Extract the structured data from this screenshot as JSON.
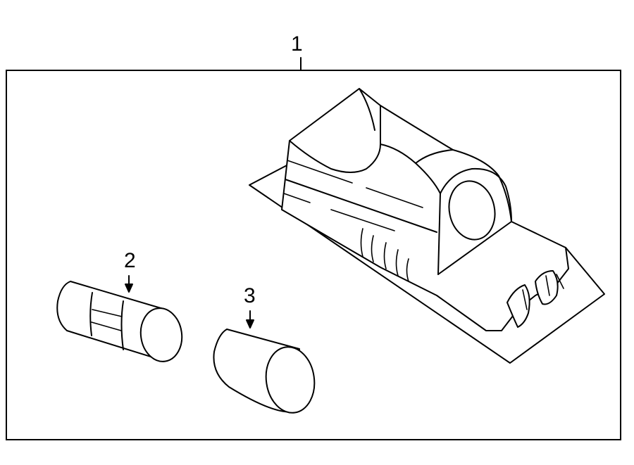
{
  "diagram": {
    "callouts": [
      {
        "id": "1",
        "label": "1"
      },
      {
        "id": "2",
        "label": "2"
      },
      {
        "id": "3",
        "label": "3"
      }
    ],
    "colors": {
      "line": "#000000",
      "background": "#ffffff",
      "frame_fill": "#ffffff"
    }
  }
}
